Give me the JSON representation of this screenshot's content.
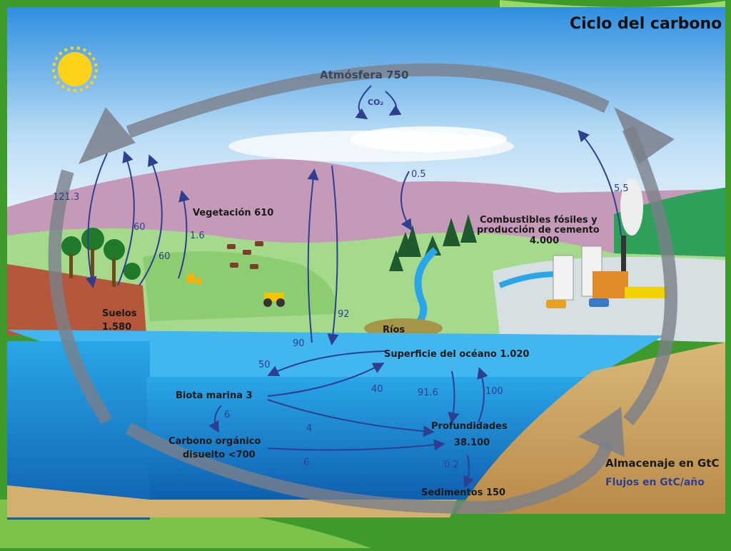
{
  "title": "Ciclo del carbono",
  "stocks": {
    "atmosphere": "Atmósfera 750",
    "co2": "CO₂",
    "vegetation": "Vegetación 610",
    "soils_line1": "Suelos",
    "soils_line2": "1.580",
    "fossil_line1": "Combustibles fósiles y",
    "fossil_line2": "producción de cemento",
    "fossil_line3": "4.000",
    "rivers": "Ríos",
    "ocean_surface": "Superficie del océano 1.020",
    "marine_biota": "Biota marina 3",
    "doc_line1": "Carbono orgánico",
    "doc_line2": "disuelto <700",
    "deep_line1": "Profundidades",
    "deep_line2": "38.100",
    "sediments": "Sedimentos 150"
  },
  "fluxes": {
    "f121": "121.3",
    "f60a": "60",
    "f60b": "60",
    "f16": "1.6",
    "f05": "0.5",
    "f55": "5.5",
    "f90": "90",
    "f92": "92",
    "f50": "50",
    "f40": "40",
    "f916": "91.6",
    "f100": "100",
    "f6a": "6",
    "f4": "4",
    "f6b": "6",
    "f02": "0.2"
  },
  "legend": {
    "storage": "Almacenaje en GtC",
    "flows": "Flujos en GtC/año"
  },
  "colors": {
    "flux_arrow": "#2f3f8f",
    "cycle_arrow": "#7a7f8a",
    "ocean": "#1f8fd8"
  }
}
